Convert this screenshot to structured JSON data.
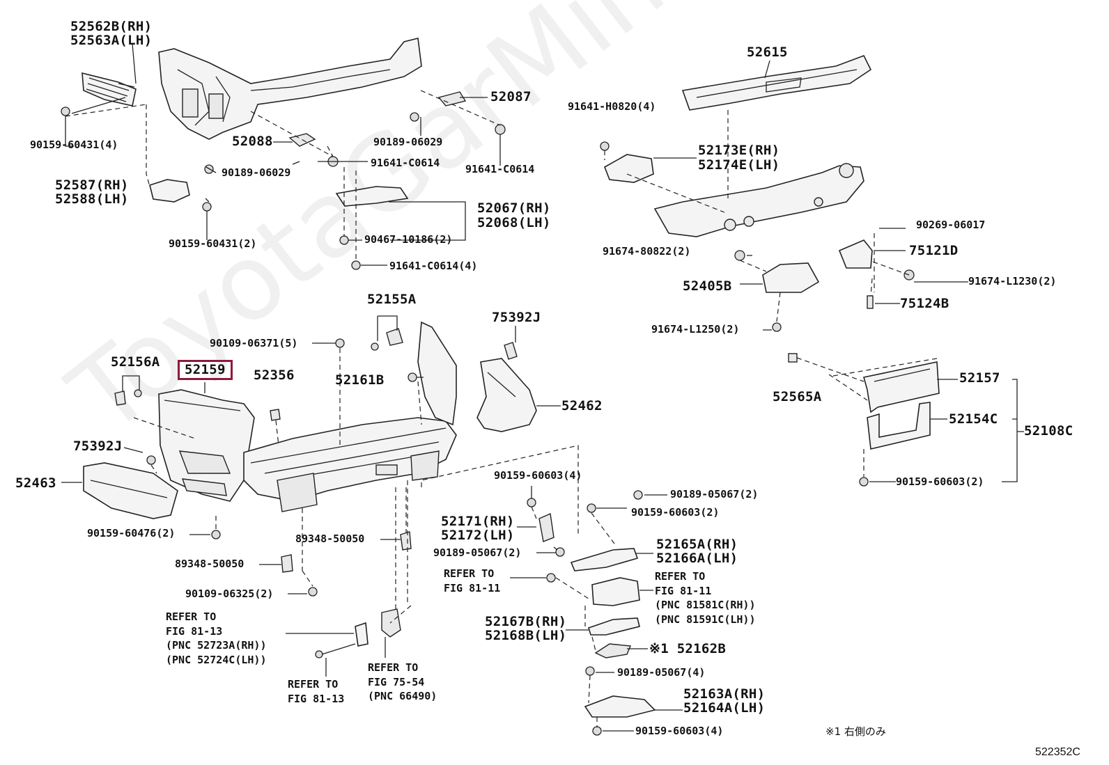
{
  "watermark": "ToyotaGarMine.ru",
  "diagram_code": "522352C",
  "footnote": "※1 右側のみ",
  "highlighted_part": "52159",
  "labels": {
    "l52562B": "52562B(RH)",
    "l52563A": "52563A(LH)",
    "l90159_60431_4": "90159-60431(4)",
    "l52088": "52088",
    "l90189_06029_a": "90189-06029",
    "l52587": "52587(RH)",
    "l52588": "52588(LH)",
    "l90159_60431_2": "90159-60431(2)",
    "l52087": "52087",
    "l90189_06029_b": "90189-06029",
    "l91641_C0614_a": "91641-C0614",
    "l91641_C0614_b": "91641-C0614",
    "l52067": "52067(RH)",
    "l52068": "52068(LH)",
    "l90467": "90467-10186(2)",
    "l91641_C0614_4": "91641-C0614(4)",
    "l52615": "52615",
    "l91641_H0820": "91641-H0820(4)",
    "l52173E": "52173E(RH)",
    "l52174E": "52174E(LH)",
    "l90269": "90269-06017",
    "l91674_80822": "91674-80822(2)",
    "l75121D": "75121D",
    "l52405B": "52405B",
    "l91674_L1230": "91674-L1230(2)",
    "l75124B": "75124B",
    "l91674_L1250": "91674-L1250(2)",
    "l52155A": "52155A",
    "l75392J_a": "75392J",
    "l90109_06371": "90109-06371(5)",
    "l52156A": "52156A",
    "l52356": "52356",
    "l52161B": "52161B",
    "l52462": "52462",
    "l52565A": "52565A",
    "l52157": "52157",
    "l52154C": "52154C",
    "l52108C": "52108C",
    "l90159_60603_2": "90159-60603(2)",
    "l75392J_b": "75392J",
    "l52463": "52463",
    "l90159_60603_4a": "90159-60603(4)",
    "l90189_05067_2a": "90189-05067(2)",
    "l90159_60603_2b": "90159-60603(2)",
    "l52171": "52171(RH)",
    "l52172": "52172(LH)",
    "l90159_60476": "90159-60476(2)",
    "l89348_a": "89348-50050",
    "l52165A": "52165A(RH)",
    "l52166A": "52166A(LH)",
    "l90189_05067_2b": "90189-05067(2)",
    "l89348_b": "89348-50050",
    "ref_81_11_a": "REFER TO\nFIG 81-11",
    "ref_81_11_b": "REFER TO\nFIG 81-11\n(PNC 81581C(RH))\n(PNC 81591C(LH))",
    "l90109_06325": "90109-06325(2)",
    "ref_81_13_a": "REFER TO\nFIG 81-13\n(PNC 52723A(RH))\n(PNC 52724C(LH))",
    "l52167B": "52167B(RH)",
    "l52168B": "52168B(LH)",
    "l52162B": "※1 52162B",
    "l90189_05067_4": "90189-05067(4)",
    "ref_75_54": "REFER TO\nFIG 75-54\n(PNC 66490)",
    "ref_81_13_b": "REFER TO\nFIG 81-13",
    "l52163A": "52163A(RH)",
    "l52164A": "52164A(LH)",
    "l90159_60603_4b": "90159-60603(4)"
  }
}
